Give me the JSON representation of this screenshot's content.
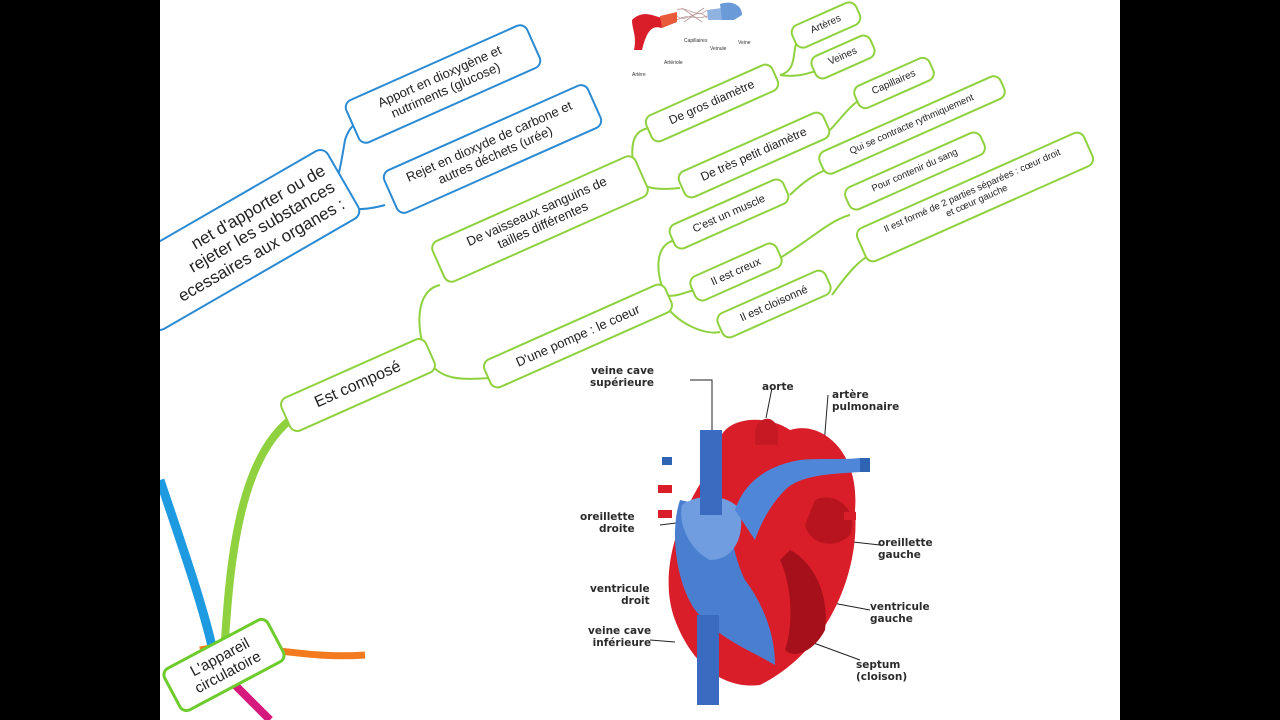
{
  "mindmap": {
    "root": [
      "L'appareil",
      "circulatoire"
    ],
    "partial_node": [
      "net d'apporter ou de",
      "rejeter les substances",
      "ecessaires aux organes :"
    ],
    "apport": [
      "Apport en dioxygène et",
      "nutriments (glucose)"
    ],
    "rejet": [
      "Rejet en dioxyde de carbone et",
      "autres déchets (urée)"
    ],
    "est_compose": "Est composé",
    "vaisseaux": [
      "De vaisseaux sanguins de",
      "tailles différentes"
    ],
    "pompe": "D'une pompe : le coeur",
    "gros_diametre": "De gros diamètre",
    "petit_diametre": "De très petit diamètre",
    "arteres": "Artères",
    "veines": "Veines",
    "capillaires": "Capillaires",
    "muscle": "C'est un muscle",
    "creux": "Il est creux",
    "cloisonne": "Il est cloisonné",
    "contracte": "Qui se contracte rythmiquement",
    "contenir": "Pour contenir du sang",
    "deux_parties": [
      "Il est formé de 2 parties séparées : cœur droit",
      "et cœur gauche"
    ]
  },
  "vessel_image": {
    "labels": [
      "Artère",
      "Artériole",
      "Capillaires",
      "Veinule",
      "Veine"
    ]
  },
  "heart_diagram": {
    "veine_cave_sup": [
      "veine cave",
      "supérieure"
    ],
    "aorte": "aorte",
    "artere_pulm": [
      "artère",
      "pulmonaire"
    ],
    "oreillette_droite": [
      "oreillette",
      "droite"
    ],
    "oreillette_gauche": [
      "oreillette",
      "gauche"
    ],
    "ventricule_droit": [
      "ventricule",
      "droit"
    ],
    "ventricule_gauche": [
      "ventricule",
      "gauche"
    ],
    "veine_cave_inf": [
      "veine cave",
      "inférieure"
    ],
    "septum": [
      "septum",
      "(cloison)"
    ]
  },
  "colors": {
    "frame": "#000000",
    "blue_branch": "#2a8ad4",
    "green_branch": "#8fd13e",
    "root_green": "#6ecb2c",
    "orange_branch": "#f47a1f",
    "magenta_branch": "#d6197c",
    "cyan_branch": "#1e9be0",
    "heart_red": "#d91e2a",
    "heart_blue": "#4a7fd0"
  }
}
